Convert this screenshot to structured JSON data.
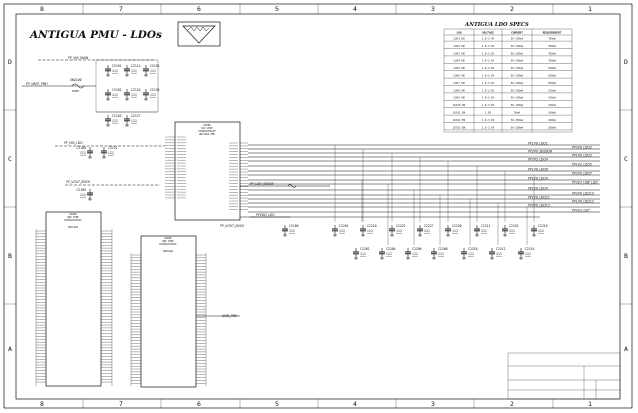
{
  "sheet": {
    "title": "ANTIGUA PMU - LDOs",
    "zone_columns": [
      "8",
      "7",
      "6",
      "5",
      "4",
      "3",
      "2",
      "1"
    ],
    "zone_rows": [
      "D",
      "C",
      "B",
      "A"
    ]
  },
  "ldo_spec_table": {
    "title": "ANTIGUA LDO SPECS",
    "headers": [
      "LDO",
      "VOLTAGE",
      "CURRENT",
      "REQUIREMENT"
    ],
    "rows": [
      [
        "LDO1 EN",
        "1.8-3.6V",
        "50-150mA",
        "700mA"
      ],
      [
        "LDO2 EN",
        "1.8-3.6V",
        "50-150mA",
        "700mA"
      ],
      [
        "LDO3 EN",
        "1.8-3.6V",
        "50-150mA",
        "700mA"
      ],
      [
        "LDO4 EN",
        "1.8-3.6V",
        "50-150mA",
        "700mA"
      ],
      [
        "LDO5 EN",
        "1.8-3.6V",
        "50-150mA",
        "250mA"
      ],
      [
        "LDO6 EN",
        "1.8-3.6V",
        "50-150mA",
        "250mA"
      ],
      [
        "LDO7 EN",
        "1.8-3.6V",
        "50-150mA",
        "250mA"
      ],
      [
        "LDO8 EN",
        "1.8-3.6V",
        "50-150mA",
        "150mA"
      ],
      [
        "LDO9 EN",
        "1.8-3.6V",
        "50-150mA",
        "150mA"
      ],
      [
        "LDO10 EN",
        "1.8-3.6V",
        "50-150mA",
        "150mA"
      ],
      [
        "LDO11 EN",
        "1.8V",
        "50mA",
        "100mA"
      ],
      [
        "LDO12 EN",
        "1.8-3.6V",
        "50-150mA",
        "100mA"
      ],
      [
        "LDO13 EN",
        "1.8-3.6V",
        "50-150mA",
        "100mA"
      ]
    ]
  },
  "input_nets": {
    "top_left": "PP_VIN_MAIN",
    "left_bus": "PP_VBAT_PMU",
    "mid_left": "PP_VIN_LDO",
    "lower_left": "PP_VOUT_BUCK"
  },
  "top_left_caps": {
    "row1": [
      "C2101",
      "C2111",
      "C2132"
    ],
    "row2": [
      "C2102",
      "C2124",
      "C2135"
    ],
    "row3": [
      "C2103",
      "C2127"
    ]
  },
  "left_caps": {
    "pair": [
      "C2100",
      "C2121"
    ],
    "single": "C2109"
  },
  "bead": {
    "ref": "XW2100",
    "value": "SHORT"
  },
  "main_ic": {
    "ref": "U2000",
    "title": "LDO VOUT",
    "part": "D2089ACE0AAF",
    "subtitle": "ANTIGUA PMU"
  },
  "left_ic": {
    "ref": "U2000",
    "title": "GND PINS",
    "part": "D2089ACE0AAF",
    "subtitle": "ANTIGUA"
  },
  "mid_ic": {
    "ref": "U2000",
    "title": "GND PINS",
    "part": "D2089ACE0AAF",
    "subtitle": "ANTIGUA"
  },
  "mid_nets": {
    "sense": "PP_LDO_SENSE",
    "bus": "PPVDD_LDO",
    "buck": "PP_VOUT_BUCK",
    "gnd_label": "GND_PMU"
  },
  "output_nets": [
    "PP1V8_LDO1",
    "PP3V0_LDO2",
    "PP3V0_SENSOR",
    "PP1V8_LDO3",
    "PP3V3_LDO4",
    "PP1V2_LDO5",
    "PP1V8_LDO6",
    "PP3V0_LDO7",
    "PP1V8_LDO8",
    "PP3V3_USB_LDO",
    "PP1V8_LDO9",
    "PP3V0_LDO10",
    "PP1V8_LDO11",
    "PP1V8_LDO12",
    "PP3V0_LDO13",
    "PP3V3_OUT"
  ],
  "output_caps_row1": [
    "C2180",
    "C2201",
    "C2210",
    "C2222",
    "C2227",
    "C2220",
    "C2211",
    "C2152",
    "C2216"
  ],
  "output_caps_row2": [
    "C2202",
    "C2204",
    "C2206",
    "C2208",
    "C2218",
    "C2212",
    "C2214"
  ]
}
